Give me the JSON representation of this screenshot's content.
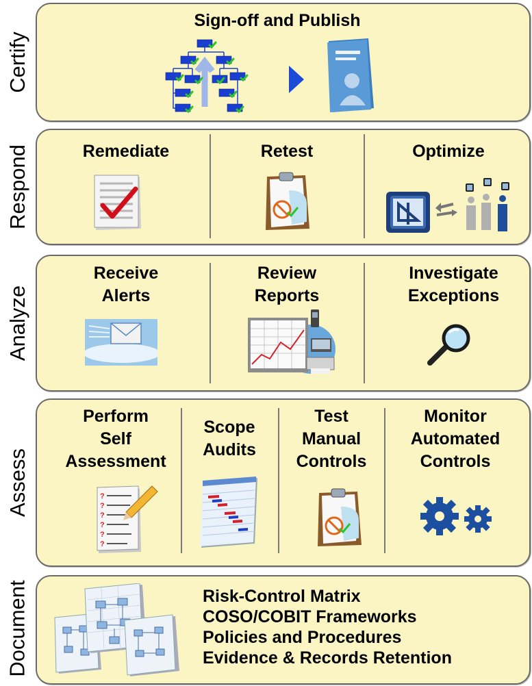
{
  "stages": {
    "certify": {
      "label": "Certify",
      "title": "Sign-off and Publish"
    },
    "respond": {
      "label": "Respond",
      "items": [
        {
          "title": "Remediate",
          "icon": "checklist-icon"
        },
        {
          "title": "Retest",
          "icon": "clipboard-test-icon"
        },
        {
          "title": "Optimize",
          "icon": "process-optimize-icon"
        }
      ]
    },
    "analyze": {
      "label": "Analyze",
      "items": [
        {
          "title_line1": "Receive",
          "title_line2": "Alerts",
          "icon": "email-alert-icon"
        },
        {
          "title_line1": "Review",
          "title_line2": "Reports",
          "icon": "report-monitor-icon"
        },
        {
          "title_line1": "Investigate",
          "title_line2": "Exceptions",
          "icon": "magnifier-icon"
        }
      ]
    },
    "assess": {
      "label": "Assess",
      "items": [
        {
          "lines": [
            "Perform",
            "Self",
            "Assessment"
          ],
          "icon": "survey-pencil-icon"
        },
        {
          "lines": [
            "Scope",
            "Audits"
          ],
          "icon": "gantt-chart-icon"
        },
        {
          "lines": [
            "Test",
            "Manual",
            "Controls"
          ],
          "icon": "clipboard-test-icon"
        },
        {
          "lines": [
            "Monitor",
            "Automated",
            "Controls"
          ],
          "icon": "gears-icon"
        }
      ]
    },
    "document": {
      "label": "Document",
      "lines": [
        "Risk-Control Matrix",
        "COSO/COBIT Frameworks",
        "Policies and Procedures",
        "Evidence & Records Retention"
      ],
      "icon": "flowchart-documents-icon"
    }
  },
  "colors": {
    "panel_fill": "#fbf5c3",
    "panel_border": "#6a6a6a",
    "accent_blue": "#1a3fd0",
    "check_green": "#2ec22e"
  }
}
